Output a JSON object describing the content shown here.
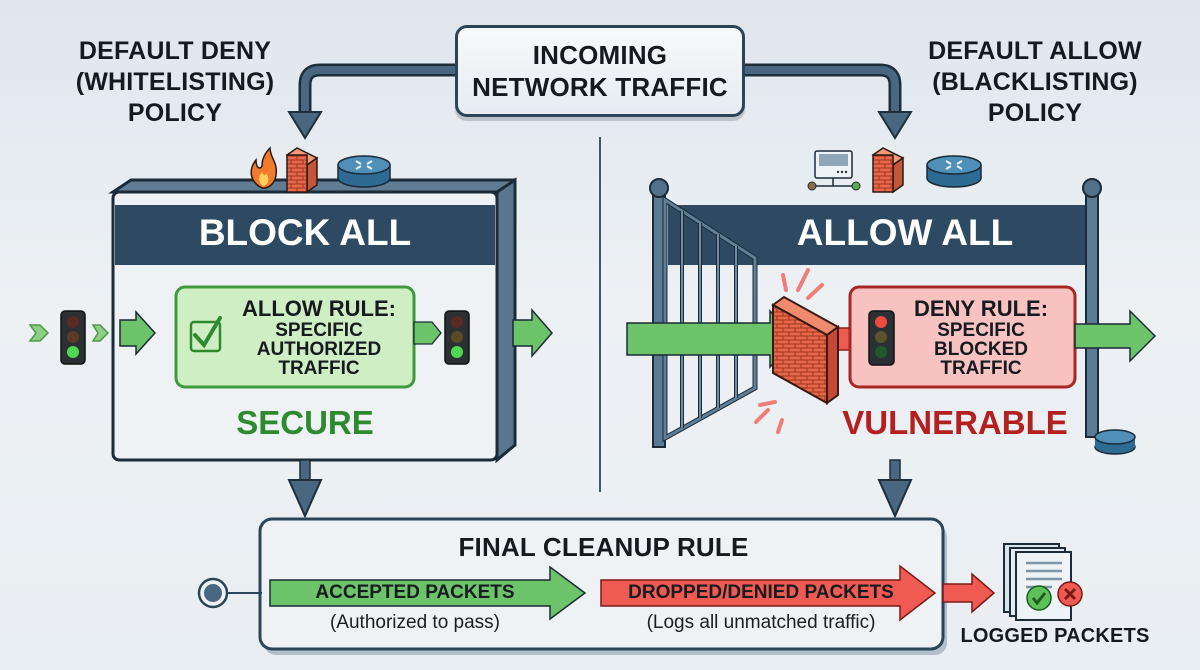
{
  "header": {
    "center_title_line1": "INCOMING",
    "center_title_line2": "NETWORK TRAFFIC"
  },
  "left_policy": {
    "title_line1": "DEFAULT DENY",
    "title_line2": "(WHITELISTING)",
    "title_line3": "POLICY",
    "banner": "BLOCK ALL",
    "rule_heading": "ALLOW RULE:",
    "rule_line1": "SPECIFIC",
    "rule_line2": "AUTHORIZED",
    "rule_line3": "TRAFFIC",
    "status": "SECURE",
    "icons": [
      "fire-icon",
      "firewall-brick-icon",
      "router-icon",
      "traffic-light-green-icon",
      "checkbox-check-icon"
    ]
  },
  "right_policy": {
    "title_line1": "DEFAULT ALLOW",
    "title_line2": "(BLACKLISTING)",
    "title_line3": "POLICY",
    "banner": "ALLOW ALL",
    "rule_heading": "DENY RULE:",
    "rule_line1": "SPECIFIC",
    "rule_line2": "BLOCKED",
    "rule_line3": "TRAFFIC",
    "status": "VULNERABLE",
    "icons": [
      "server-icon",
      "firewall-brick-icon",
      "router-icon",
      "open-gate-icon",
      "traffic-light-red-icon"
    ]
  },
  "cleanup": {
    "title": "FINAL CLEANUP RULE",
    "accepted_label": "ACCEPTED PACKETS",
    "accepted_sub": "(Authorized to pass)",
    "dropped_label": "DROPPED/DENIED PACKETS",
    "dropped_sub": "(Logs all unmatched traffic)",
    "output_label": "LOGGED PACKETS"
  },
  "colors": {
    "navy": "#2f4b63",
    "outline": "#1b2b38",
    "green": "#5bb85a",
    "green_text": "#2e8a2e",
    "red": "#ef5b52",
    "red_text": "#b3201f",
    "allow_box": "#cfeec4",
    "deny_box": "#f7c2c0"
  }
}
